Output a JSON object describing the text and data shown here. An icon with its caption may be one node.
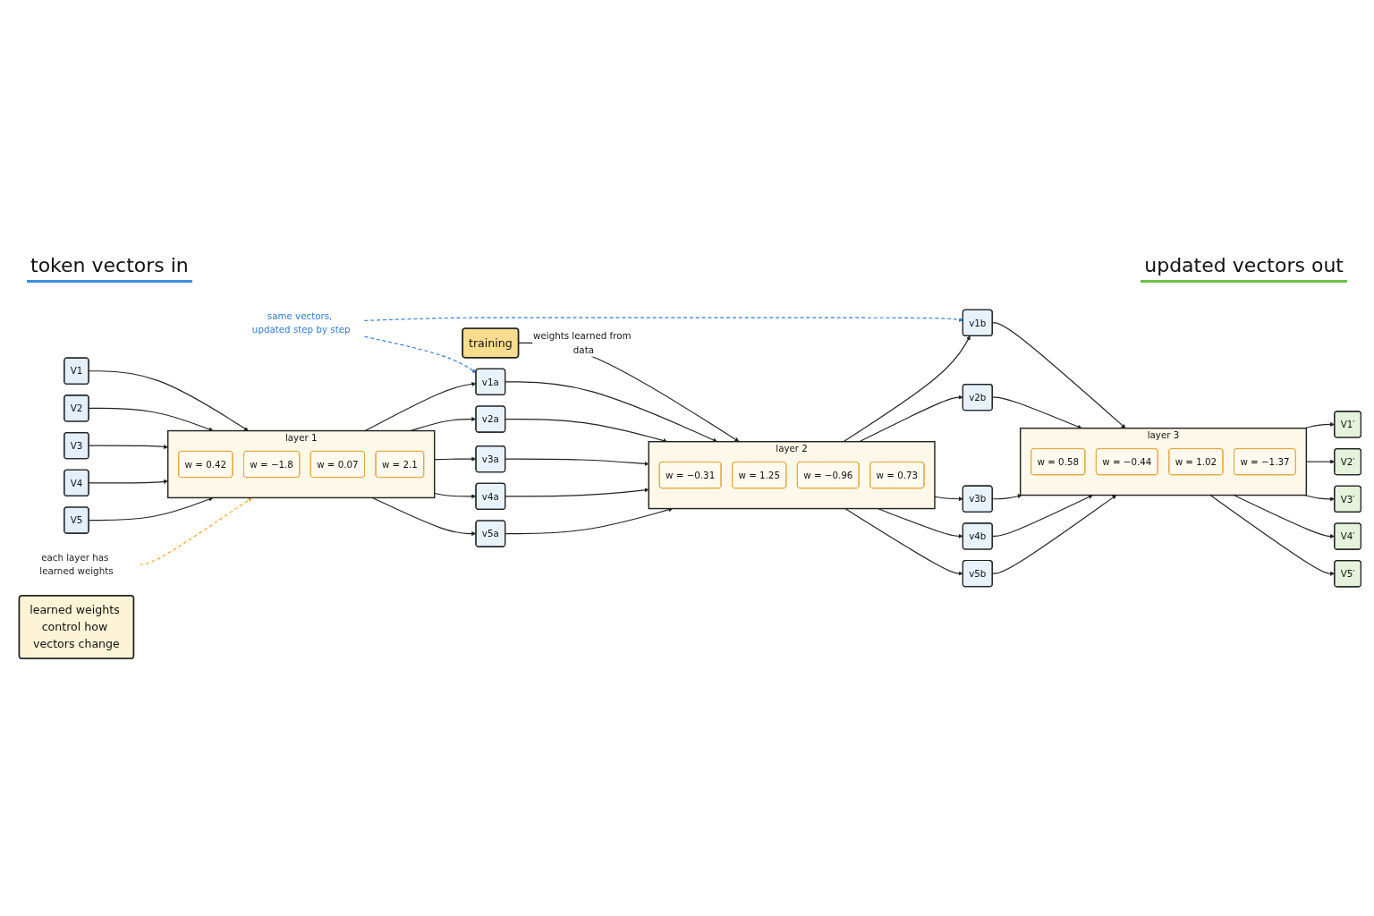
{
  "diagram": {
    "nodes": [
      {
        "text": [
          "training"
        ]
      },
      {
        "text": [
          "same vectors, updated step by step"
        ]
      },
      {
        "text": [
          "V1"
        ]
      },
      {
        "text": [
          "V2"
        ]
      },
      {
        "text": [
          "V3"
        ]
      },
      {
        "text": [
          "V4"
        ]
      },
      {
        "text": [
          "V5"
        ]
      },
      {
        "text": [
          "layer 1"
        ]
      },
      {
        "text": [
          "w = 0.42"
        ],
        "in": 7
      },
      {
        "text": [
          "w = −1.8"
        ],
        "in": 7
      },
      {
        "text": [
          "w = 0.07"
        ],
        "in": 7
      },
      {
        "text": [
          "w = 2.1"
        ],
        "in": 7
      },
      {
        "text": [
          "v1a"
        ]
      },
      {
        "text": [
          "v2a"
        ]
      },
      {
        "text": [
          "v3a"
        ]
      },
      {
        "text": [
          "v4a"
        ]
      },
      {
        "text": [
          "v5a"
        ]
      },
      {
        "text": [
          "layer 2"
        ]
      },
      {
        "text": [
          "w = −0.31"
        ],
        "in": 17
      },
      {
        "text": [
          "w = 1.25"
        ],
        "in": 17
      },
      {
        "text": [
          "w = −0.96"
        ],
        "in": 17
      },
      {
        "text": [
          "w = 0.73"
        ],
        "in": 17
      },
      {
        "text": [
          "v1b"
        ]
      },
      {
        "text": [
          "v2b"
        ]
      },
      {
        "text": [
          "v3b"
        ]
      },
      {
        "text": [
          "v4b"
        ]
      },
      {
        "text": [
          "v5b"
        ]
      },
      {
        "text": [
          "layer 3"
        ]
      },
      {
        "text": [
          "w = 0.58"
        ],
        "in": 27
      },
      {
        "text": [
          "w = −0.44"
        ],
        "in": 27
      },
      {
        "text": [
          "w = 1.02"
        ],
        "in": 27
      },
      {
        "text": [
          "w = −1.37"
        ],
        "in": 27
      },
      {
        "text": [
          "V1′"
        ]
      },
      {
        "text": [
          "V2′"
        ]
      },
      {
        "text": [
          "V3′"
        ]
      },
      {
        "text": [
          "V4′"
        ]
      },
      {
        "text": [
          "V5′"
        ]
      },
      {
        "text": [
          "each layer has learned weights"
        ]
      },
      {
        "text": [
          "learned weights control how vectors change"
        ]
      }
    ],
    "edges": [
      {
        "from": 0,
        "to": 17,
        "arrow": "to",
        "label": "weights learned from data"
      },
      {
        "from": 1,
        "to": 12,
        "arrow": "to",
        "style": "dashed",
        "color": "#2f7bd6"
      },
      {
        "from": 1,
        "to": 22,
        "arrow": "to",
        "style": "dashed",
        "color": "#2f7bd6"
      },
      {
        "from": 2,
        "to": 7,
        "arrow": "to"
      },
      {
        "from": 3,
        "to": 7,
        "arrow": "to"
      },
      {
        "from": 4,
        "to": 7,
        "arrow": "to"
      },
      {
        "from": 5,
        "to": 7,
        "arrow": "to"
      },
      {
        "from": 6,
        "to": 7,
        "arrow": "to"
      },
      {
        "from": 7,
        "to": 12,
        "arrow": "to"
      },
      {
        "from": 7,
        "to": 13,
        "arrow": "to"
      },
      {
        "from": 7,
        "to": 14,
        "arrow": "to"
      },
      {
        "from": 7,
        "to": 15,
        "arrow": "to"
      },
      {
        "from": 7,
        "to": 16,
        "arrow": "to"
      },
      {
        "from": 12,
        "to": 17,
        "arrow": "to"
      },
      {
        "from": 13,
        "to": 17,
        "arrow": "to"
      },
      {
        "from": 14,
        "to": 17,
        "arrow": "to"
      },
      {
        "from": 15,
        "to": 17,
        "arrow": "to"
      },
      {
        "from": 16,
        "to": 17,
        "arrow": "to"
      },
      {
        "from": 17,
        "to": 22,
        "arrow": "to"
      },
      {
        "from": 17,
        "to": 23,
        "arrow": "to"
      },
      {
        "from": 17,
        "to": 24,
        "arrow": "to"
      },
      {
        "from": 17,
        "to": 25,
        "arrow": "to"
      },
      {
        "from": 17,
        "to": 26,
        "arrow": "to"
      },
      {
        "from": 22,
        "to": 27,
        "arrow": "to"
      },
      {
        "from": 23,
        "to": 27,
        "arrow": "to"
      },
      {
        "from": 24,
        "to": 27,
        "arrow": "to"
      },
      {
        "from": 25,
        "to": 27,
        "arrow": "to"
      },
      {
        "from": 26,
        "to": 27,
        "arrow": "to"
      },
      {
        "from": 27,
        "to": 32,
        "arrow": "to"
      },
      {
        "from": 27,
        "to": 33,
        "arrow": "to"
      },
      {
        "from": 27,
        "to": 34,
        "arrow": "to"
      },
      {
        "from": 27,
        "to": 35,
        "arrow": "to"
      },
      {
        "from": 27,
        "to": 36,
        "arrow": "to"
      },
      {
        "from": 37,
        "to": 7,
        "arrow": "to",
        "style": "dashed",
        "color": "#f5a623"
      }
    ],
    "labels": [
      "token vectors in",
      "updated vectors out"
    ]
  }
}
